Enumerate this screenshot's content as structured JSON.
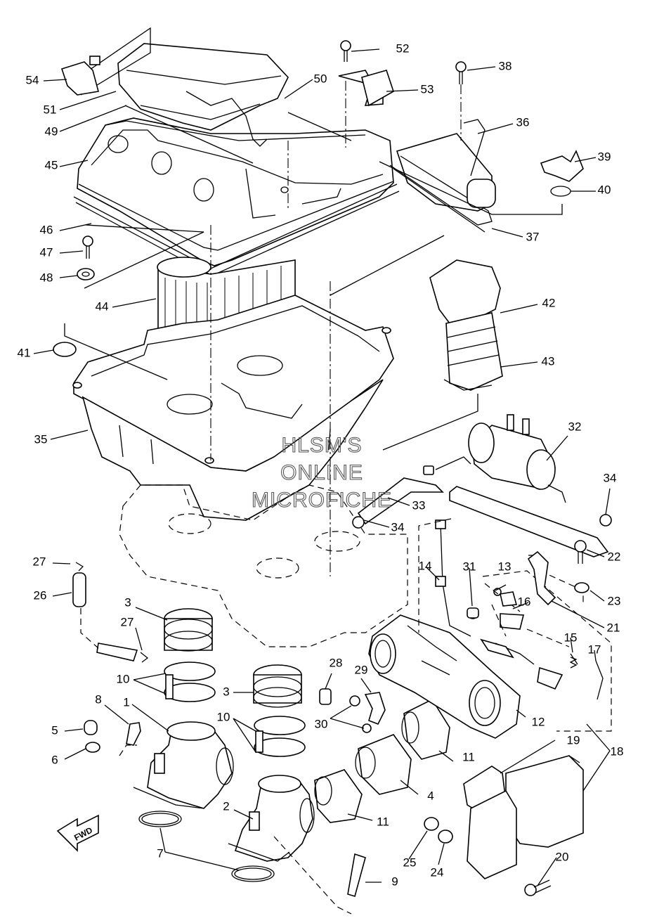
{
  "callouts": {
    "c1": "1",
    "c2": "2",
    "c3a": "3",
    "c3b": "3",
    "c4": "4",
    "c5": "5",
    "c6": "6",
    "c7": "7",
    "c8": "8",
    "c9": "9",
    "c10a": "10",
    "c10b": "10",
    "c11a": "11",
    "c11b": "11",
    "c12": "12",
    "c13": "13",
    "c14": "14",
    "c15": "15",
    "c16": "16",
    "c17": "17",
    "c18": "18",
    "c19": "19",
    "c20": "20",
    "c21": "21",
    "c22": "22",
    "c23": "23",
    "c24": "24",
    "c25": "25",
    "c26": "26",
    "c27a": "27",
    "c27b": "27",
    "c28": "28",
    "c29": "29",
    "c30": "30",
    "c31": "31",
    "c32": "32",
    "c33": "33",
    "c34a": "34",
    "c34b": "34",
    "c35": "35",
    "c36": "36",
    "c37": "37",
    "c38": "38",
    "c39": "39",
    "c40": "40",
    "c41": "41",
    "c42": "42",
    "c43": "43",
    "c44": "44",
    "c45": "45",
    "c46": "46",
    "c47": "47",
    "c48": "48",
    "c49": "49",
    "c50": "50",
    "c51": "51",
    "c52": "52",
    "c53": "53",
    "c54": "54"
  },
  "watermark": {
    "line1": "HLSM'S",
    "line2": "ONLINE",
    "line3": "MICROFICHE"
  },
  "fwd_arrow_label": "FWD"
}
